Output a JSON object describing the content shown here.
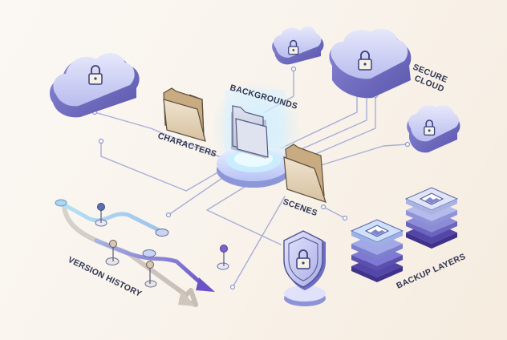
{
  "labels": {
    "backgrounds": "BACKGROUNDS",
    "characters": "CHARACTERS",
    "scenes": "SCENES",
    "secure_cloud_line1": "SECURE",
    "secure_cloud_line2": "CLOUD",
    "backup_layers": "BACKUP LAYERS",
    "version_history": "VERSION HISTORY"
  },
  "icons": {
    "cloud": "cloud-lock-icon",
    "folder": "folder-icon",
    "shield": "shield-lock-icon",
    "image": "image-icon"
  },
  "colors": {
    "line": "#9aa3d0",
    "line_light": "#c5cbe6",
    "cloud_fill": "#c9cdf2",
    "cloud_side": "#6f6fc0",
    "hub_glow": "#9fdcff",
    "folder_fill": "#e7d6bd",
    "version_arrow": "#7f6ad4",
    "text": "#2f3552"
  }
}
